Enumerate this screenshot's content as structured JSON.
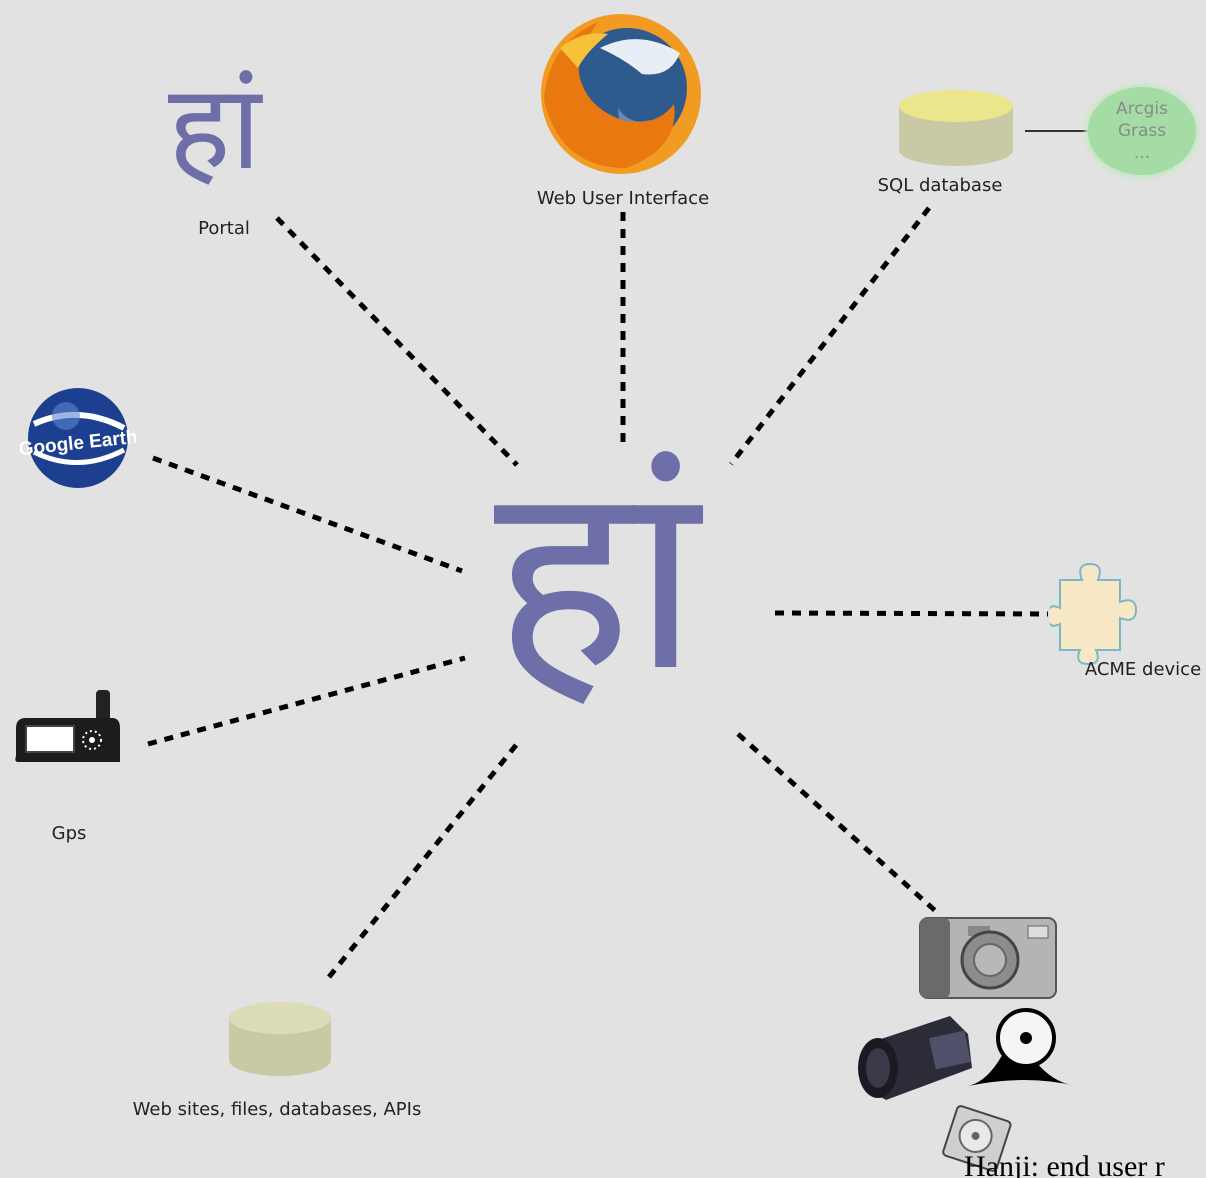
{
  "center": {
    "glyph": "हां"
  },
  "nodes": {
    "portal": {
      "label": "Portal",
      "glyph": "हां"
    },
    "web_ui": {
      "label": "Web User Interface",
      "icon": "firefox-icon"
    },
    "sql": {
      "label": "SQL database",
      "icon": "database-icon"
    },
    "arcgis": {
      "lines": [
        "Arcgis",
        "Grass",
        "..."
      ]
    },
    "google_earth": {
      "icon_text": "Google Earth",
      "icon": "google-earth-icon"
    },
    "acme": {
      "label": "ACME device",
      "icon": "puzzle-piece-icon"
    },
    "gps": {
      "label": "Gps",
      "icon": "gps-device-icon"
    },
    "web_sites": {
      "label": "Web sites, files, databases, APIs",
      "icon": "database-icon"
    },
    "media": {
      "icons": [
        "camera-icon",
        "video-camera-icon",
        "cd-drive-icon",
        "hard-disk-icon"
      ]
    }
  },
  "caption": "Hanji: end user r",
  "colors": {
    "background": "#e2e2e2",
    "hanji_purple": "#6e6ea8",
    "database": "#c9c9a6",
    "database_top": "#ebe68c",
    "arcgis_bubble": "#a5dca5",
    "puzzle": "#f8e7c4"
  }
}
